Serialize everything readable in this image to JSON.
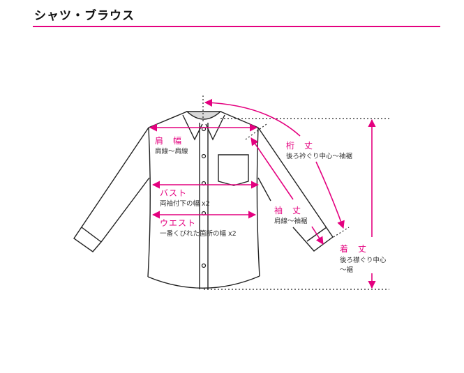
{
  "title": "シャツ・ブラウス",
  "colors": {
    "accent": "#e4007f",
    "line": "#222222",
    "collar_fill": "#d9d9d9"
  },
  "measurements": {
    "shoulder": {
      "label": "肩　幅",
      "desc": "肩線〜肩線"
    },
    "bust": {
      "label": "バスト",
      "desc": "両袖付下の幅 x2"
    },
    "waist": {
      "label": "ウエスト",
      "desc": "一番くびれた箇所の幅 x2"
    },
    "yuki": {
      "label": "桁　丈",
      "desc": "後ろ衿ぐり中心〜袖裾"
    },
    "sleeve": {
      "label": "袖　丈",
      "desc": "肩線〜袖裾"
    },
    "length": {
      "label": "着　丈",
      "desc_1": "後ろ襟ぐり中心",
      "desc_2": "〜裾"
    }
  }
}
